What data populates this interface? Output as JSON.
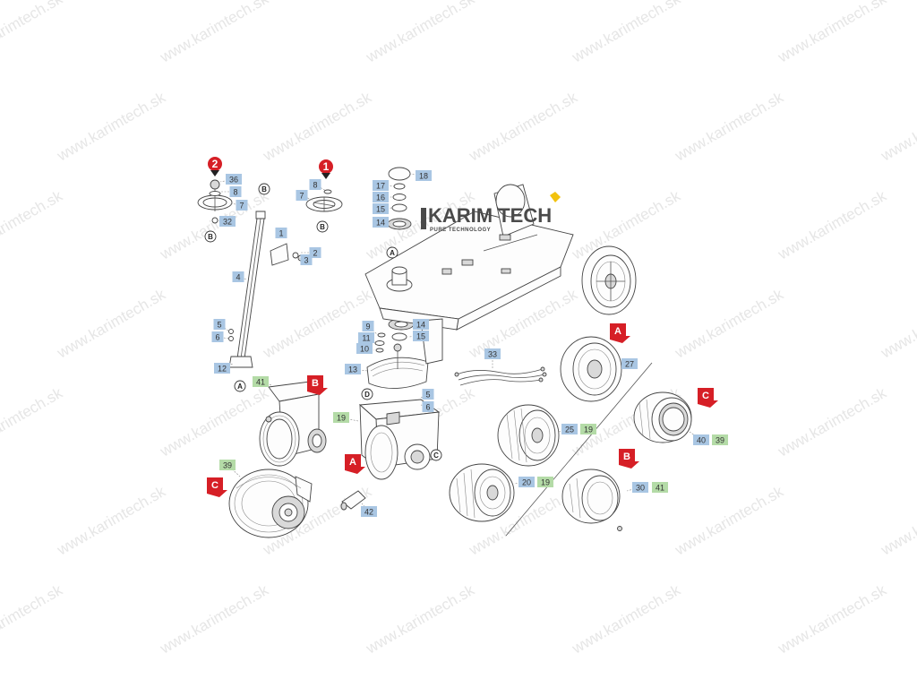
{
  "watermark": {
    "text": "www.karimtech.sk"
  },
  "logo": {
    "name": "KARIM TECH",
    "tagline": "PURE TECHNOLOGY",
    "accent": "#f2c20e"
  },
  "colors": {
    "blue_label": "#a9c6e3",
    "green_label": "#b4dba7",
    "section_marker": "#d61f26"
  },
  "callouts": [
    {
      "text": "36",
      "color": "blue"
    },
    {
      "text": "8",
      "color": "blue"
    },
    {
      "text": "7",
      "color": "blue"
    },
    {
      "text": "32",
      "color": "blue"
    },
    {
      "text": "8",
      "color": "blue"
    },
    {
      "text": "7",
      "color": "blue"
    },
    {
      "text": "1",
      "color": "blue"
    },
    {
      "text": "3",
      "color": "blue"
    },
    {
      "text": "2",
      "color": "blue"
    },
    {
      "text": "4",
      "color": "blue"
    },
    {
      "text": "5",
      "color": "blue"
    },
    {
      "text": "6",
      "color": "blue"
    },
    {
      "text": "12",
      "color": "blue"
    },
    {
      "text": "41",
      "color": "green"
    },
    {
      "text": "18",
      "color": "blue"
    },
    {
      "text": "17",
      "color": "blue"
    },
    {
      "text": "16",
      "color": "blue"
    },
    {
      "text": "15",
      "color": "blue"
    },
    {
      "text": "14",
      "color": "blue"
    },
    {
      "text": "9",
      "color": "blue"
    },
    {
      "text": "11",
      "color": "blue"
    },
    {
      "text": "10",
      "color": "blue"
    },
    {
      "text": "14",
      "color": "blue"
    },
    {
      "text": "15",
      "color": "blue"
    },
    {
      "text": "13",
      "color": "blue"
    },
    {
      "text": "5",
      "color": "blue"
    },
    {
      "text": "6",
      "color": "blue"
    },
    {
      "text": "19",
      "color": "green"
    },
    {
      "text": "33",
      "color": "blue"
    },
    {
      "text": "27",
      "color": "blue"
    },
    {
      "text": "25",
      "color": "blue"
    },
    {
      "text": "19",
      "color": "green"
    },
    {
      "text": "20",
      "color": "blue"
    },
    {
      "text": "19",
      "color": "green"
    },
    {
      "text": "40",
      "color": "blue"
    },
    {
      "text": "39",
      "color": "green"
    },
    {
      "text": "30",
      "color": "blue"
    },
    {
      "text": "41",
      "color": "green"
    },
    {
      "text": "39",
      "color": "green"
    },
    {
      "text": "42",
      "color": "blue"
    }
  ],
  "section_markers": [
    "A",
    "B",
    "C",
    "A",
    "B",
    "C",
    "A",
    "B",
    "C"
  ],
  "connection_letters": [
    "B",
    "B",
    "B",
    "A",
    "A",
    "D",
    "C"
  ],
  "numbered_markers": [
    "2",
    "1"
  ]
}
